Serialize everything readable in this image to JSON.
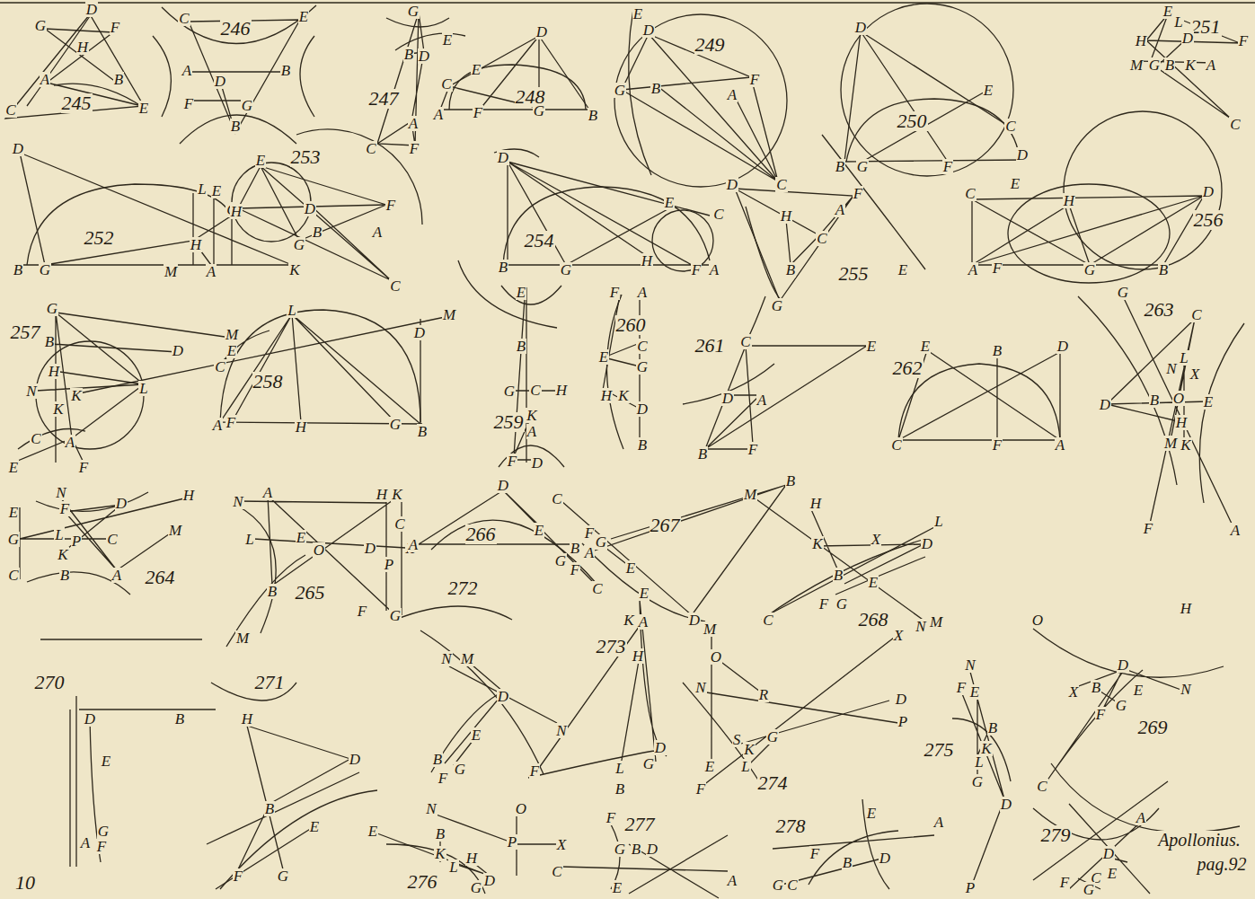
{
  "diagram": {
    "labels": [
      "D",
      "G",
      "F",
      "H",
      "A",
      "B",
      "245",
      "E",
      "C",
      "C",
      "246",
      "E",
      "A",
      "B",
      "D",
      "F",
      "G",
      "B",
      "G",
      "E",
      "B",
      "D",
      "247",
      "A",
      "C",
      "F",
      "D",
      "E",
      "C",
      "248",
      "A",
      "F",
      "G",
      "B",
      "E",
      "D",
      "249",
      "F",
      "G",
      "B",
      "A",
      "C",
      "D",
      "E",
      "250",
      "C",
      "D",
      "B",
      "G",
      "F",
      "251",
      "E",
      "L",
      "H",
      "D",
      "F",
      "M",
      "G",
      "B",
      "K",
      "A",
      "C",
      "D",
      "L",
      "E",
      "C",
      "252",
      "H",
      "B",
      "G",
      "M",
      "A",
      "K",
      "E",
      "253",
      "F",
      "H",
      "D",
      "B",
      "A",
      "G",
      "C",
      "D",
      "E",
      "C",
      "254",
      "H",
      "B",
      "G",
      "F",
      "A",
      "D",
      "F",
      "A",
      "H",
      "C",
      "E",
      "B",
      "255",
      "G",
      "C",
      "E",
      "H",
      "D",
      "256",
      "A",
      "F",
      "G",
      "B",
      "G",
      "257",
      "M",
      "B",
      "D",
      "H",
      "L",
      "N",
      "K",
      "C",
      "A",
      "E",
      "F",
      "L",
      "M",
      "D",
      "E",
      "C",
      "258",
      "K",
      "A",
      "F",
      "H",
      "G",
      "B",
      "E",
      "B",
      "G",
      "C",
      "H",
      "K",
      "259",
      "A",
      "F",
      "D",
      "F",
      "A",
      "260",
      "C",
      "E",
      "G",
      "H",
      "K",
      "D",
      "B",
      "261",
      "C",
      "E",
      "D",
      "A",
      "B",
      "F",
      "E",
      "262",
      "B",
      "D",
      "C",
      "F",
      "A",
      "G",
      "263",
      "C",
      "L",
      "N",
      "X",
      "D",
      "B",
      "O",
      "E",
      "H",
      "M",
      "K",
      "F",
      "A",
      "N",
      "D",
      "H",
      "E",
      "F",
      "M",
      "G",
      "L",
      "C",
      "P",
      "K",
      "C",
      "B",
      "A",
      "264",
      "A",
      "N",
      "H",
      "K",
      "C",
      "L",
      "E",
      "O",
      "D",
      "X",
      "P",
      "B",
      "265",
      "F",
      "G",
      "M",
      "D",
      "266",
      "E",
      "A",
      "B",
      "G",
      "F",
      "C",
      "C",
      "B",
      "F",
      "G",
      "267",
      "A",
      "E",
      "D",
      "M",
      "H",
      "L",
      "K",
      "X",
      "D",
      "B",
      "E",
      "F",
      "G",
      "C",
      "268",
      "N",
      "M",
      "272",
      "N",
      "M",
      "D",
      "N",
      "E",
      "B",
      "G",
      "F",
      "H",
      "X",
      "D",
      "B",
      "E",
      "N",
      "G",
      "F",
      "269",
      "C",
      "O",
      "E",
      "K",
      "A",
      "273",
      "H",
      "D",
      "G",
      "L",
      "F",
      "B",
      "M",
      "X",
      "O",
      "N",
      "R",
      "D",
      "P",
      "S",
      "K",
      "G",
      "E",
      "L",
      "274",
      "F",
      "N",
      "F",
      "E",
      "B",
      "K",
      "275",
      "L",
      "G",
      "D",
      "P",
      "270",
      "D",
      "B",
      "E",
      "G",
      "A",
      "F",
      "271",
      "H",
      "D",
      "B",
      "E",
      "F",
      "G",
      "N",
      "O",
      "E",
      "B",
      "P",
      "X",
      "K",
      "H",
      "L",
      "D",
      "276",
      "G",
      "F",
      "277",
      "G",
      "B",
      "D",
      "C",
      "A",
      "E",
      "278",
      "E",
      "A",
      "D",
      "F",
      "B",
      "G",
      "C",
      "A",
      "279",
      "D",
      "E",
      "F",
      "C",
      "G",
      "Apollonius.",
      "pag.92",
      "10"
    ]
  }
}
